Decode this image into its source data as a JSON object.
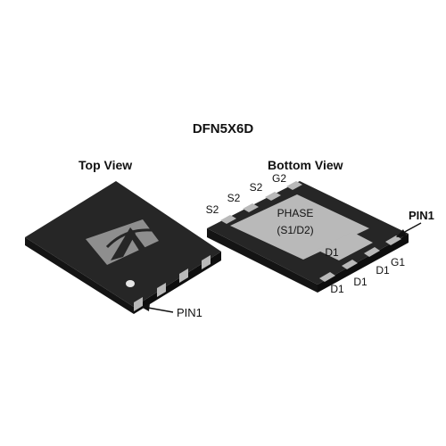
{
  "package_name": "DFN5X6D",
  "views": {
    "top": {
      "title": "Top View",
      "pin1_label": "PIN1"
    },
    "bottom": {
      "title": "Bottom View",
      "pad_label_line1": "PHASE",
      "pad_label_line2": "(S1/D2)",
      "pin1_label": "PIN1",
      "pins_top_edge": [
        "S2",
        "S2",
        "S2",
        "G2"
      ],
      "pins_front_edge": [
        "D1",
        "D1",
        "D1",
        "G1"
      ],
      "pad_d1_label": "D1"
    }
  },
  "colors": {
    "body": "#1e1e1e",
    "body_top": "#2a2a2a",
    "body_side": "#141414",
    "pad": "#b9b9b9",
    "text": "#111111"
  }
}
